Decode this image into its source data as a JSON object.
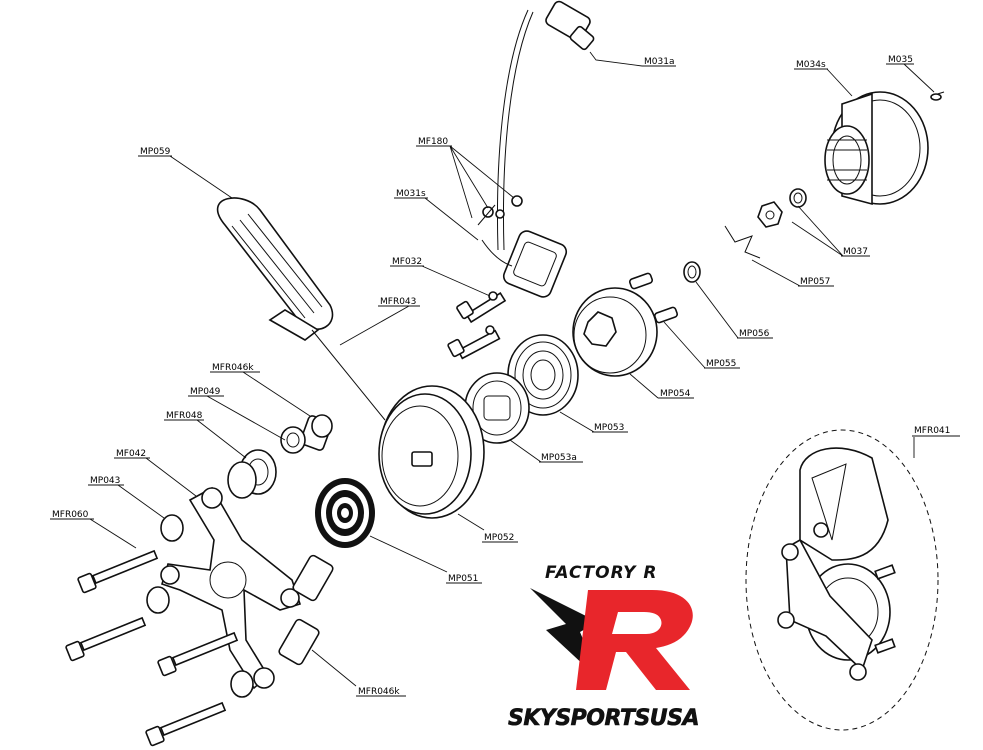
{
  "labels": {
    "M031a": "M031a",
    "M034s": "M034s",
    "M035": "M035",
    "MF180": "MF180",
    "M031s": "M031s",
    "MP059": "MP059",
    "MF032": "MF032",
    "MFR043": "MFR043",
    "M037": "M037",
    "MP057": "MP057",
    "MP056": "MP056",
    "MP055": "MP055",
    "MP054": "MP054",
    "MP053": "MP053",
    "MP053a": "MP053a",
    "MFR046k_top": "MFR046k",
    "MP049": "MP049",
    "MFR048": "MFR048",
    "MF042": "MF042",
    "MP043": "MP043",
    "MFR060": "MFR060",
    "MP052": "MP052",
    "MP051": "MP051",
    "MFR046k_bottom": "MFR046k",
    "MFR041": "MFR041"
  },
  "brand": {
    "top_text": "FACTORY R",
    "bottom_text": "SKYSPORTSUSA",
    "accent_color": "#e8262b",
    "dark_color": "#111111"
  }
}
